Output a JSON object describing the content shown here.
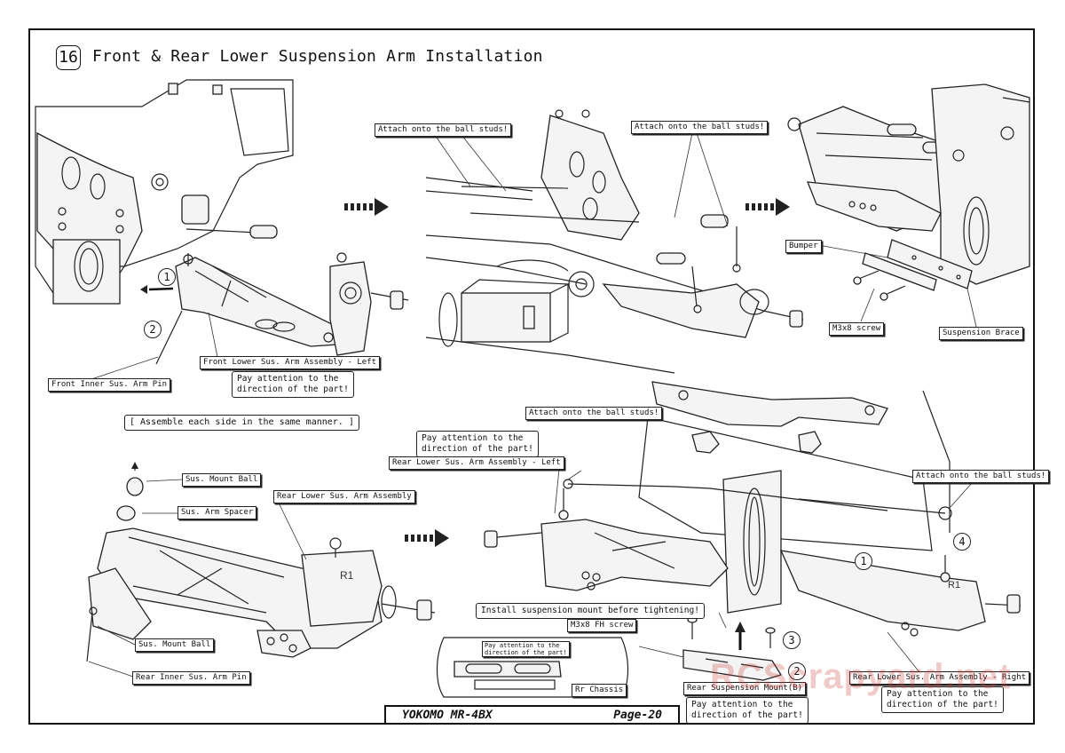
{
  "step": {
    "number": "16",
    "title": "Front & Rear Lower Suspension Arm Installation"
  },
  "labels": {
    "front_inner_pin": "Front Inner Sus. Arm Pin",
    "front_lower_arm_left": "Front Lower Sus. Arm Assembly - Left",
    "attach_ball_studs_1": "Attach onto the ball studs!",
    "attach_ball_studs_2": "Attach onto the ball studs!",
    "attach_ball_studs_3": "Attach onto the ball studs!",
    "attach_ball_studs_4": "Attach onto the ball studs!",
    "bumper": "Bumper",
    "m3x8_screw": "M3x8 screw",
    "suspension_brace": "Suspension Brace",
    "sus_mount_ball_top": "Sus. Mount Ball",
    "sus_arm_spacer": "Sus. Arm Spacer",
    "rear_lower_arm_assembly": "Rear Lower Sus. Arm Assembly",
    "sus_mount_ball_bottom": "Sus. Mount Ball",
    "rear_inner_pin": "Rear Inner Sus. Arm Pin",
    "rear_lower_arm_left": "Rear Lower Sus. Arm Assembly - Left",
    "rear_lower_arm_right": "Rear Lower Sus. Arm Assembly - Right",
    "install_mount_note": "Install suspension mount before tightening!",
    "m3x8_fh_screw": "M3x8 FH screw",
    "rr_chassis": "Rr Chassis",
    "rear_sus_mount_b": "Rear Suspension Mount(B)",
    "inset_attention": "Pay attention to the\ndirection of the part!"
  },
  "notes": {
    "attention_front": "Pay attention to the\ndirection of the part!",
    "attention_rear_left": "Pay attention to the\ndirection of the part!",
    "attention_mount": "Pay attention to the\ndirection of the part!",
    "attention_rear_right": "Pay attention to the\ndirection of the part!",
    "assemble_each_side": "[ Assemble each side in the same manner. ]"
  },
  "callouts": {
    "front_1": "1",
    "front_2": "2",
    "rear_1": "1",
    "rear_2": "2",
    "rear_3": "3",
    "rear_4": "4"
  },
  "part_marks": {
    "r1_left": "R1",
    "r1_right": "R1"
  },
  "footer": {
    "model": "YOKOMO MR-4BX",
    "page": "Page-20"
  },
  "watermark": "RCScrapyard.net"
}
